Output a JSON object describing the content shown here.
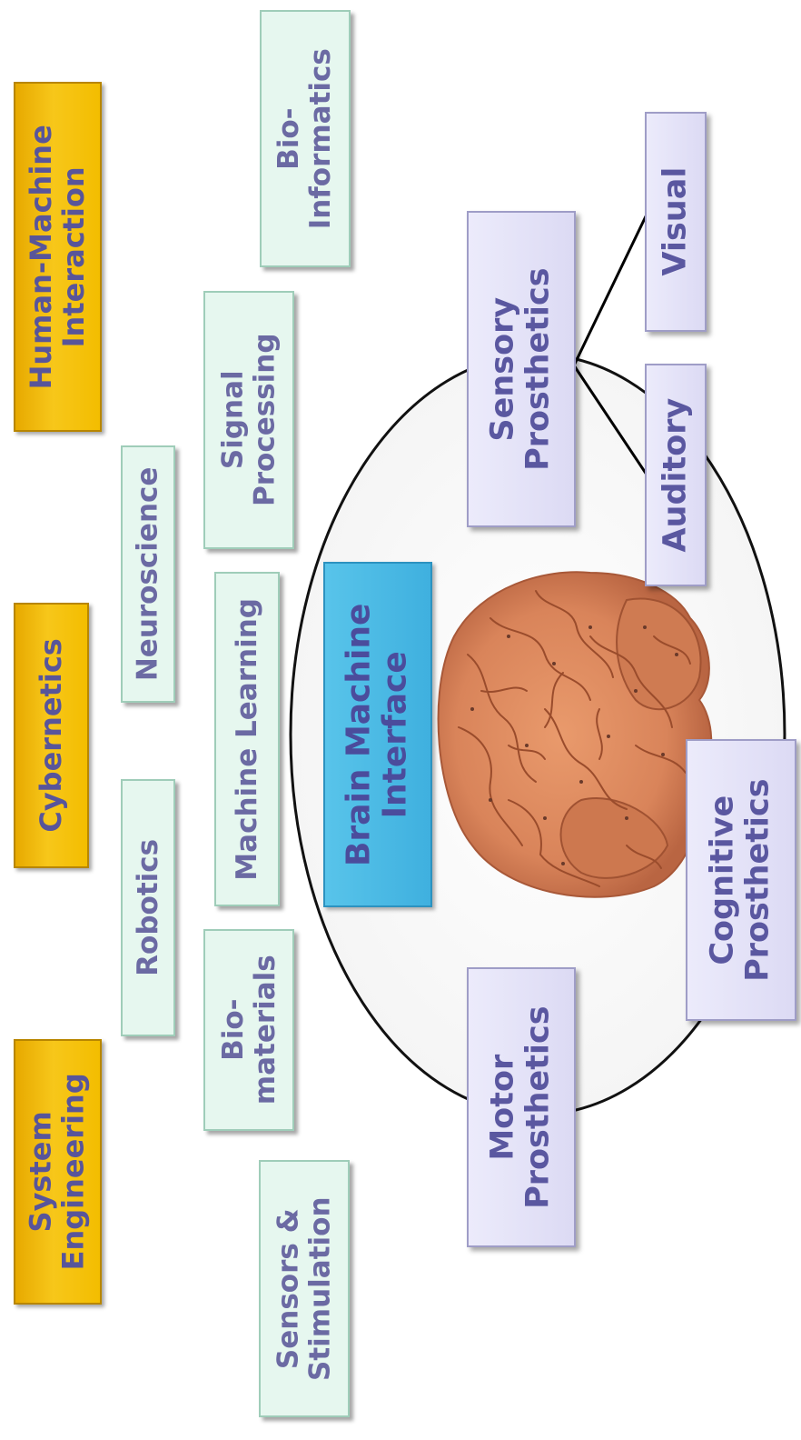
{
  "center": {
    "line1": "Brain Machine",
    "line2": "Interface"
  },
  "fields": {
    "system_engineering": {
      "line1": "System",
      "line2": "Engineering"
    },
    "cybernetics": {
      "line1": "Cybernetics"
    },
    "human_machine": {
      "line1": "Human-Machine",
      "line2": "Interaction"
    }
  },
  "disciplines": {
    "robotics": {
      "line1": "Robotics"
    },
    "neuroscience": {
      "line1": "Neuroscience"
    },
    "sensors": {
      "line1": "Sensors &",
      "line2": "Stimulation"
    },
    "biomaterials": {
      "line1": "Bio-",
      "line2": "materials"
    },
    "machine_learning": {
      "line1": "Machine Learning"
    },
    "signal_processing": {
      "line1": "Signal",
      "line2": "Processing"
    },
    "bioinformatics": {
      "line1": "Bio-",
      "line2": "Informatics"
    }
  },
  "prosthetics": {
    "motor": {
      "line1": "Motor",
      "line2": "Prosthetics"
    },
    "sensory": {
      "line1": "Sensory",
      "line2": "Prosthetics"
    },
    "cognitive": {
      "line1": "Cognitive",
      "line2": "Prosthetics"
    },
    "auditory": {
      "line1": "Auditory"
    },
    "visual": {
      "line1": "Visual"
    }
  },
  "image": {
    "name": "brain-image"
  },
  "colors": {
    "gold_box": "#f3bd00",
    "mint_box": "#e6f7ef",
    "lavender_box": "#dcdaf4",
    "center_box": "#3fb0df",
    "text_primary": "#5a57a0",
    "brain": "#d9845a"
  }
}
